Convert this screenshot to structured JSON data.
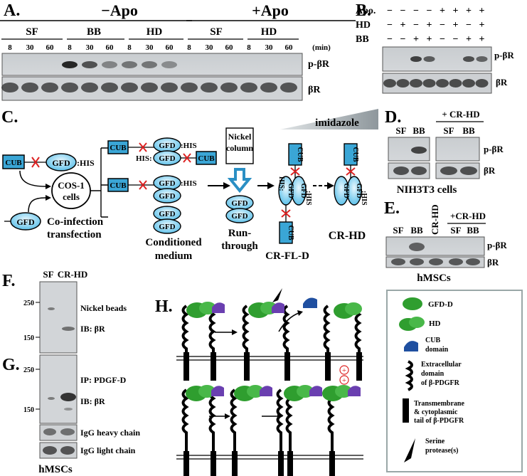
{
  "panelA": {
    "letter": "A.",
    "minus_apo": "−Apo",
    "plus_apo": "+Apo",
    "groups": [
      "SF",
      "BB",
      "HD",
      "SF",
      "HD"
    ],
    "times": [
      "8",
      "30",
      "60",
      "8",
      "30",
      "60",
      "8",
      "30",
      "60",
      "8",
      "30",
      "60",
      "8",
      "30",
      "60"
    ],
    "min_unit": "(min)",
    "row1": "p-βR",
    "row2": "βR",
    "p_intensity": [
      0,
      0,
      0,
      1,
      0.7,
      0.35,
      0.45,
      0.45,
      0.3,
      0,
      0,
      0,
      0,
      0,
      0
    ]
  },
  "panelB": {
    "letter": "B.",
    "rows": [
      {
        "label": "Apo.",
        "signs": [
          "−",
          "−",
          "−",
          "−",
          "+",
          "+",
          "+",
          "+"
        ]
      },
      {
        "label": "HD",
        "signs": [
          "−",
          "+",
          "−",
          "+",
          "−",
          "+",
          "−",
          "+"
        ]
      },
      {
        "label": "BB",
        "signs": [
          "−",
          "−",
          "+",
          "+",
          "−",
          "−",
          "+",
          "+"
        ]
      }
    ],
    "row1": "p-βR",
    "row2": "βR",
    "p_intensity": [
      0,
      0,
      0.8,
      0.6,
      0,
      0,
      0.7,
      0.55
    ]
  },
  "panelC": {
    "letter": "C.",
    "cub": "CUB",
    "gfd": "GFD",
    "his_suffix": ":HIS",
    "his_prefix": "HIS:",
    "his_vertical": "HIS:",
    "cos1": "COS-1",
    "cells": "cells",
    "coinfection": "Co-infection",
    "transfection": "transfection",
    "conditioned": "Conditioned",
    "medium": "medium",
    "nickel": "Nickel",
    "column": "column",
    "run": "Run-",
    "through": "through",
    "imidazole": "imidazole",
    "crfld": "CR-FL-D",
    "crhd": "CR-HD"
  },
  "panelD": {
    "letter": "D.",
    "header": "+ CR-HD",
    "lanes": [
      "SF",
      "BB",
      "SF",
      "BB"
    ],
    "row1": "p-βR",
    "row2": "βR",
    "caption": "NIH3T3 cells"
  },
  "panelE": {
    "letter": "E.",
    "crhd": "CR-HD",
    "header": "+CR-HD",
    "lanes": [
      "SF",
      "BB",
      "SF",
      "BB"
    ],
    "row1": "p-βR",
    "row2": "βR",
    "caption": "hMSCs"
  },
  "panelF": {
    "letter": "F.",
    "lanes": [
      "SF",
      "CR-HD"
    ],
    "mw": [
      "250",
      "150"
    ],
    "text1": "Nickel beads",
    "text2": "IB: βR"
  },
  "panelG": {
    "letter": "G.",
    "mw": [
      "250",
      "150"
    ],
    "text1": "IP: PDGF-D",
    "text2": "IB: βR",
    "heavy": "IgG heavy chain",
    "light": "IgG light chain",
    "caption": "hMSCs"
  },
  "panelH": {
    "letter": "H.",
    "legend": {
      "gfd": "GFD-D",
      "hd": "HD",
      "cub1": "CUB",
      "cub2": "domain",
      "ext1": "Extracellular",
      "ext2": "domain",
      "ext3": "of β-PDGFR",
      "tm1": "Transmembrane",
      "tm2": "& cytoplasmic",
      "tm3": "tail of β-PDGFR",
      "sp1": "Serine",
      "sp2": "protease(s)"
    }
  },
  "colors": {
    "cub": "#3aa6d6",
    "gfd": "#8fd3ef",
    "x": "#d22",
    "gray": "#9da3a6",
    "green": "#2f9e2f",
    "purple": "#7a3fb8"
  }
}
